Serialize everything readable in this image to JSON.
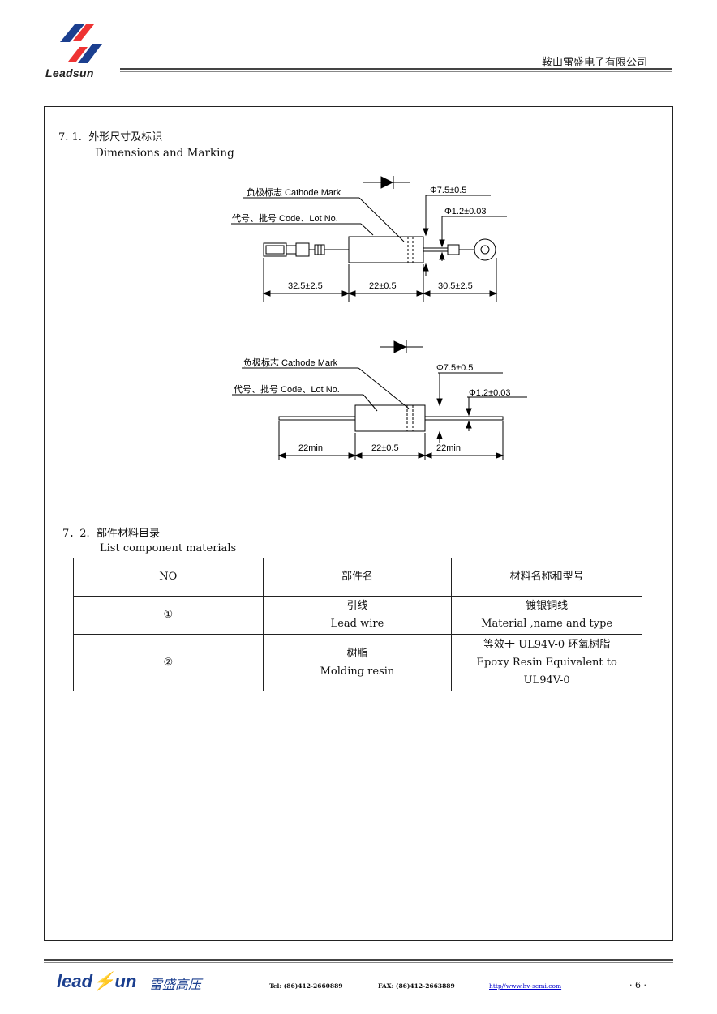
{
  "header": {
    "logo_text": "Leadsun",
    "company": "鞍山雷盛电子有限公司"
  },
  "section1": {
    "number": "7. 1.",
    "title_cn": "外形尺寸及标识",
    "title_en": "Dimensions and Marking"
  },
  "drawing1": {
    "cathode_label": "负极标志 Cathode Mark",
    "lot_label": "代号、批号 Code、Lot No.",
    "dia_body": "Φ7.5±0.5",
    "dia_wire": "Φ1.2±0.03",
    "dim_left": "32.5±2.5",
    "dim_mid": "22±0.5",
    "dim_right": "30.5±2.5"
  },
  "drawing2": {
    "cathode_label": "负极标志 Cathode Mark",
    "lot_label": "代号、批号 Code、Lot No.",
    "dia_body": "Φ7.5±0.5",
    "dia_wire": "Φ1.2±0.03",
    "dim_left": "22min",
    "dim_mid": "22±0.5",
    "dim_right": "22min"
  },
  "section2": {
    "number": "7．2.",
    "title_cn": "部件材料目录",
    "title_en": "List component materials"
  },
  "materials_table": {
    "headers": [
      "NO",
      "部件名",
      "材料名称和型号"
    ],
    "rows": [
      {
        "no": "①",
        "part_cn": "引线",
        "part_en": "Lead wire",
        "material_line1": "镀银铜线",
        "material_line2": "Material ,name and type",
        "material_line3": ""
      },
      {
        "no": "②",
        "part_cn": "树脂",
        "part_en": "Molding resin",
        "material_line1": "等效于 UL94V-0 环氧树脂",
        "material_line2": "Epoxy Resin Equivalent to",
        "material_line3": "UL94V-0"
      }
    ]
  },
  "footer": {
    "logo_left": "lead",
    "logo_right": "un",
    "logo_cn": "雷盛高压",
    "tel": "Tel:  (86)412-2660889",
    "fax": "FAX:  (86)412-2663889",
    "url": "http//www.hv-semi.com",
    "page": "· 6 ·"
  },
  "colors": {
    "brand_blue": "#1b3f8f",
    "brand_red": "#e33"
  }
}
